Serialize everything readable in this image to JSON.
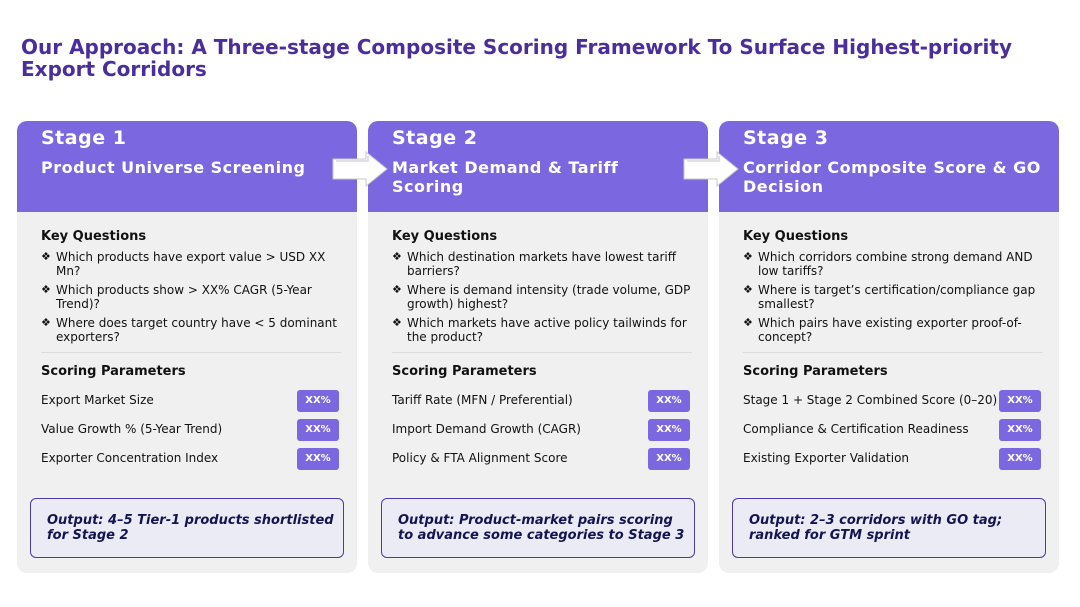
{
  "title": "Our Approach: A Three-stage Composite Scoring Framework To Surface Highest-priority Export Corridors",
  "colors": {
    "title": "#4b2e9a",
    "header": "#7b68e0",
    "card_bg": "#f0f0f0",
    "output_border": "#4b3ba0"
  },
  "stages": [
    {
      "label": "Stage 1",
      "name": "Product Universe Screening",
      "questions_heading": "Key Questions",
      "questions": [
        "Which products have export value > USD XX Mn?",
        "Which products show > XX% CAGR (5-Year Trend)?",
        "Where does target country have < 5 dominant exporters?"
      ],
      "params_heading": "Scoring Parameters",
      "params": [
        {
          "name": "Export Market Size",
          "score": "XX%"
        },
        {
          "name": "Value Growth % (5-Year Trend)",
          "score": "XX%"
        },
        {
          "name": "Exporter Concentration Index",
          "score": "XX%"
        }
      ],
      "output": "Output: 4–5 Tier-1 products shortlisted for Stage 2"
    },
    {
      "label": "Stage 2",
      "name": "Market Demand & Tariff Scoring",
      "questions_heading": "Key Questions",
      "questions": [
        "Which destination markets have lowest tariff barriers?",
        "Where is demand intensity (trade volume, GDP growth) highest?",
        "Which markets have active policy tailwinds for the product?"
      ],
      "params_heading": "Scoring Parameters",
      "params": [
        {
          "name": "Tariff Rate (MFN / Preferential)",
          "score": "XX%"
        },
        {
          "name": "Import Demand Growth (CAGR)",
          "score": "XX%"
        },
        {
          "name": "Policy & FTA Alignment Score",
          "score": "XX%"
        }
      ],
      "output": "Output: Product-market pairs scoring to advance some categories to Stage 3"
    },
    {
      "label": "Stage 3",
      "name": "Corridor Composite Score & GO Decision",
      "questions_heading": "Key Questions",
      "questions": [
        "Which corridors combine strong demand AND low tariffs?",
        "Where is target’s certification/compliance gap smallest?",
        "Which pairs have existing exporter proof-of-concept?"
      ],
      "params_heading": "Scoring Parameters",
      "params": [
        {
          "name": "Stage 1 + Stage 2 Combined Score (0–20)",
          "score": "XX%"
        },
        {
          "name": "Compliance & Certification Readiness",
          "score": "XX%"
        },
        {
          "name": "Existing Exporter Validation",
          "score": "XX%"
        }
      ],
      "output": "Output: 2–3 corridors with GO tag; ranked for GTM sprint"
    }
  ]
}
